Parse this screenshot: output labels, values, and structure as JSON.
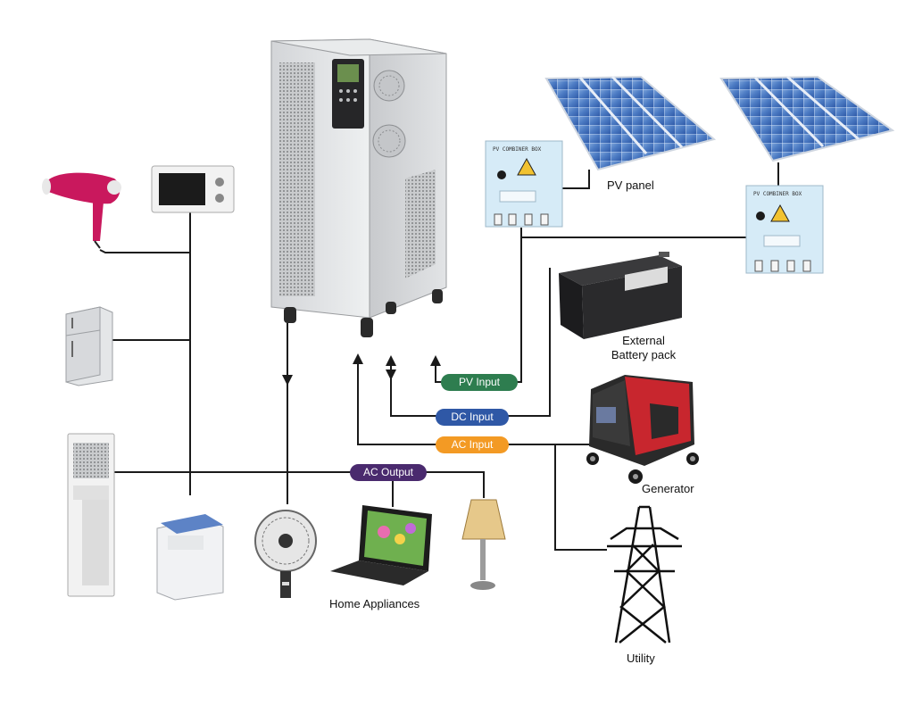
{
  "labels": {
    "pv_panel": "PV panel",
    "battery": "External\nBattery pack",
    "generator": "Generator",
    "utility": "Utility",
    "home_appliances": "Home Appliances"
  },
  "badges": {
    "pv_input": "PV Input",
    "dc_input": "DC Input",
    "ac_input": "AC Input",
    "ac_output": "AC Output"
  },
  "combiner_box_label": "PV COMBINER BOX",
  "colors": {
    "pv_input": "#2e7d4f",
    "dc_input": "#2f58a6",
    "ac_input": "#f39a24",
    "ac_output": "#4a2a6e",
    "wire": "#1a1a1a"
  }
}
